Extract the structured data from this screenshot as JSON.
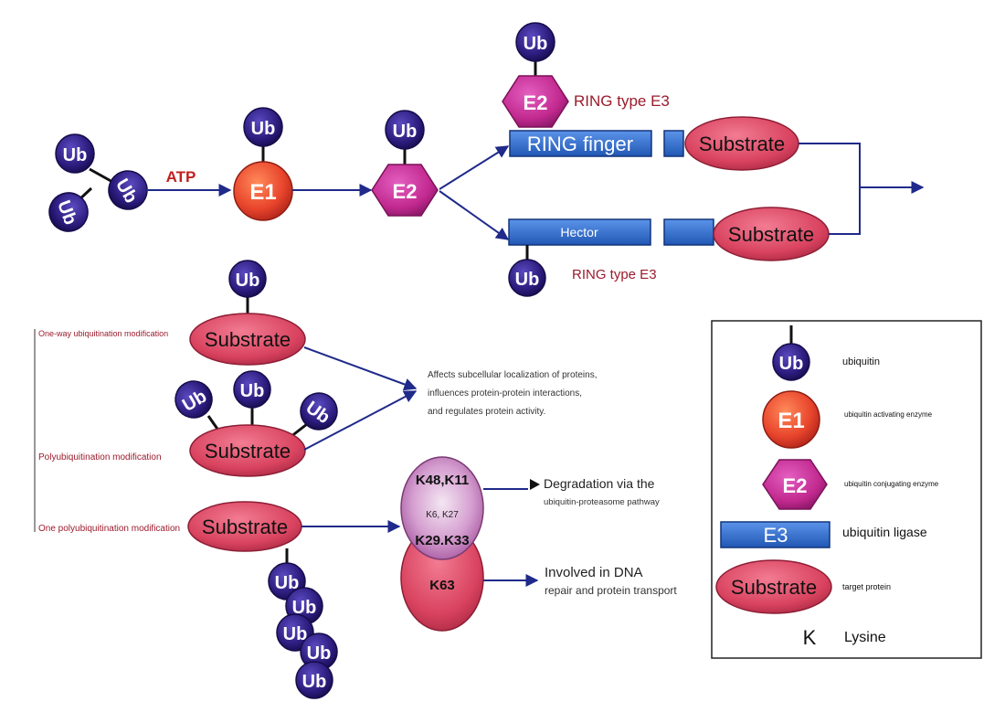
{
  "labels": {
    "ub": "Ub",
    "e1": "E1",
    "e2": "E2",
    "atp": "ATP",
    "ring_finger": "RING finger",
    "hector": "Hector",
    "substrate": "Substrate",
    "ring_type_e3_top": "RING type E3",
    "ring_type_e3_bottom": "RING type E3",
    "one_way": "One-way ubiquitination modification",
    "poly": "Polyubiquitination modification",
    "one_poly": "One polyubiquitination modification",
    "effect_1": "Affects subcellular localization of proteins,",
    "effect_2": "influences protein-protein interactions,",
    "effect_3": "and regulates protein activity.",
    "k48k11": "K48,K11",
    "k6k27": "K6, K27",
    "k29k33": "K29.K33",
    "k63": "K63",
    "degradation_1": "Degradation via the",
    "degradation_2": "ubiquitin-proteasome pathway",
    "dna_1": "Involved in DNA",
    "dna_2": "repair and protein transport"
  },
  "legend": {
    "ub_label": "ubiquitin",
    "e1_label": "ubiquitin activating enzyme",
    "e2_label": "ubiquitin conjugating enzyme",
    "e3_symbol": "E3",
    "e3_label": "ubiquitin ligase",
    "substrate_label": "target protein",
    "k_symbol": "K",
    "k_label": "Lysine"
  },
  "colors": {
    "ub": "#2a1a7a",
    "e1": "#e8452c",
    "e2": "#c2298f",
    "e3": "#2f6fd0",
    "substrate": "#d9435f",
    "arrow": "#1f2a8a",
    "label_red": "#9b1b2c"
  }
}
